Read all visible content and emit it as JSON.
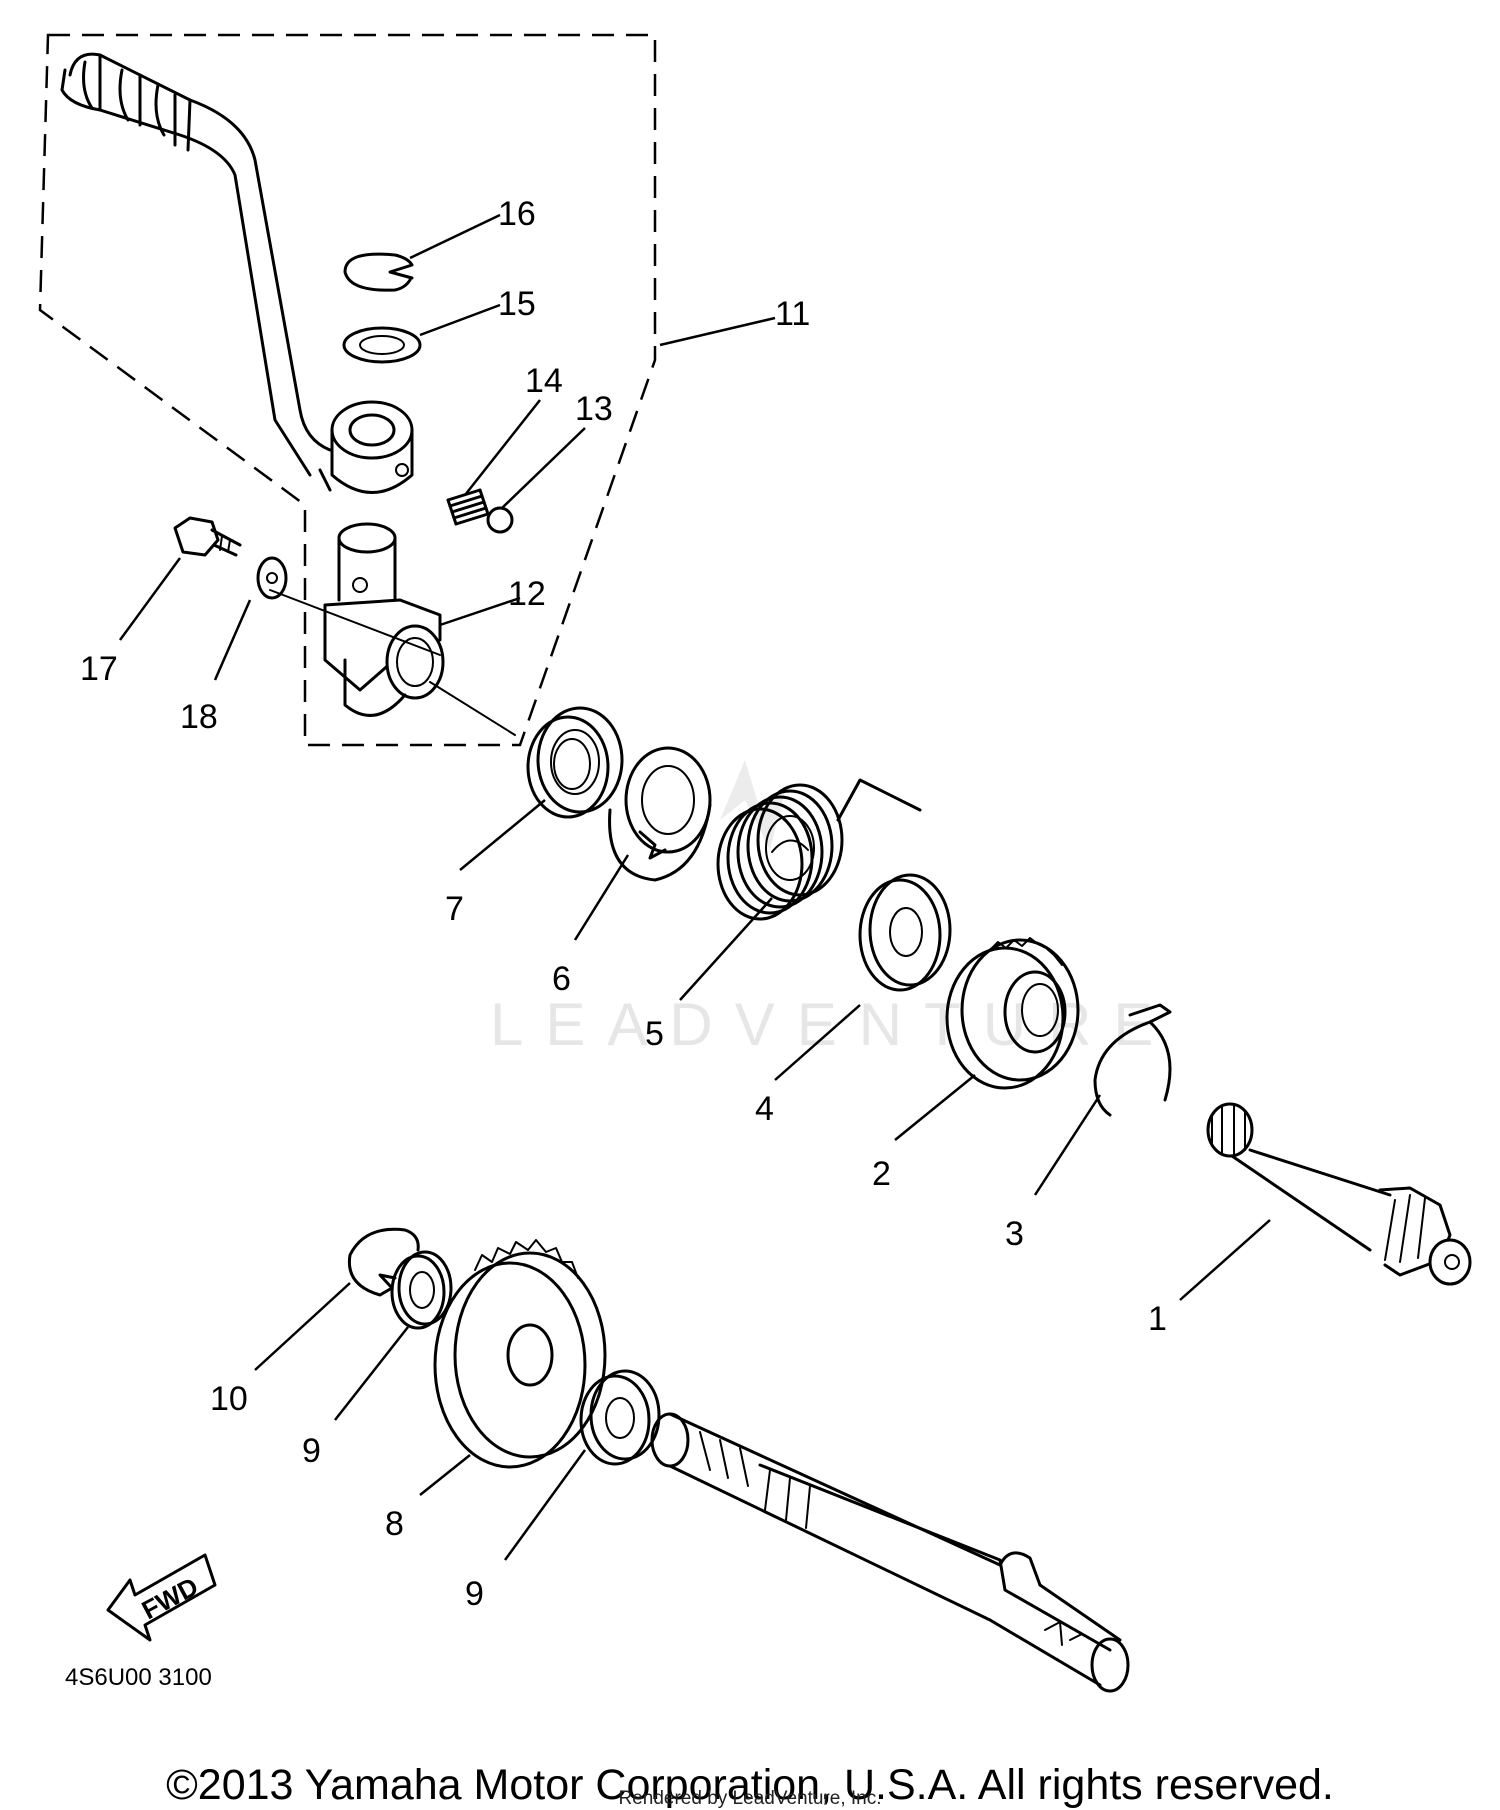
{
  "diagram": {
    "watermark": "LEADVENTURE",
    "part_code": "4S6U00 3100",
    "fwd_label": "FWD",
    "callouts": {
      "c1": "1",
      "c2": "2",
      "c3": "3",
      "c4": "4",
      "c5": "5",
      "c6": "6",
      "c7": "7",
      "c8": "8",
      "c9a": "9",
      "c9b": "9",
      "c10": "10",
      "c11": "11",
      "c12": "12",
      "c13": "13",
      "c14": "14",
      "c15": "15",
      "c16": "16",
      "c17": "17",
      "c18": "18"
    }
  },
  "footer": {
    "copyright": "©2013 Yamaha Motor Corporation, U.S.A. All rights reserved.",
    "rendered_by": "Rendered by LeadVenture, Inc."
  }
}
